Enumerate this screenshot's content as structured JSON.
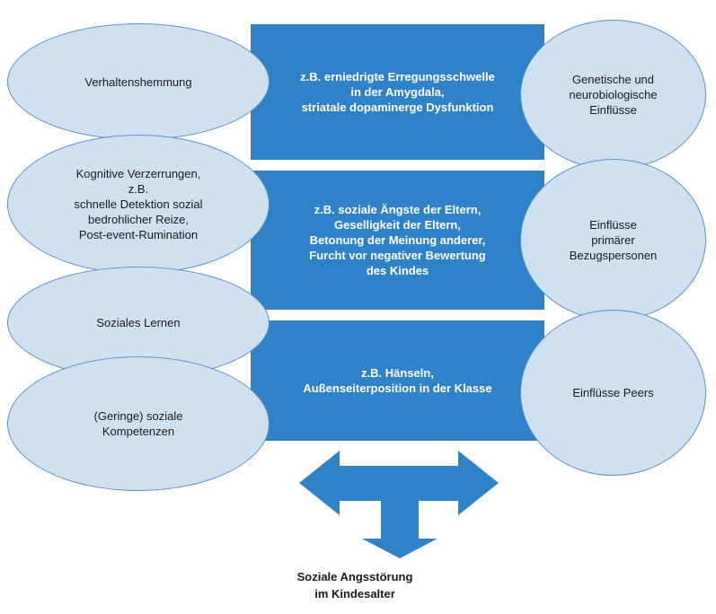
{
  "left_factors": [
    "Verhaltenshemmung",
    "Kognitive Verzerrungen,\nz.B.\nschnelle Detektion sozial\nbedrohlicher Reize,\nPost-event-Rumination",
    "Soziales Lernen",
    "(Geringe) soziale\nKompetenzen"
  ],
  "middle_examples": [
    "z.B. erniedrigte Erregungsschwelle\nin der Amygdala,\nstriatale dopaminerge Dysfunktion",
    "z.B. soziale Ängste der Eltern,\nGeselligkeit der Eltern,\nBetonung der Meinung anderer,\nFurcht vor negativer Bewertung\ndes Kindes",
    "z.B. Hänseln,\nAußenseiterposition in der Klasse"
  ],
  "right_influences": [
    "Genetische und\nneurobiologische\nEinflüsse",
    "Einflüsse\nprimärer\nBezugspersonen",
    "Einflüsse Peers"
  ],
  "outcome": "Soziale Angsstörung\nim Kindesalter",
  "colors": {
    "box_blue": "#2f82c8",
    "ellipse_fill": "#cfe0f1",
    "ellipse_border": "#5b91c7",
    "arrow_blue": "#2f82c8"
  }
}
